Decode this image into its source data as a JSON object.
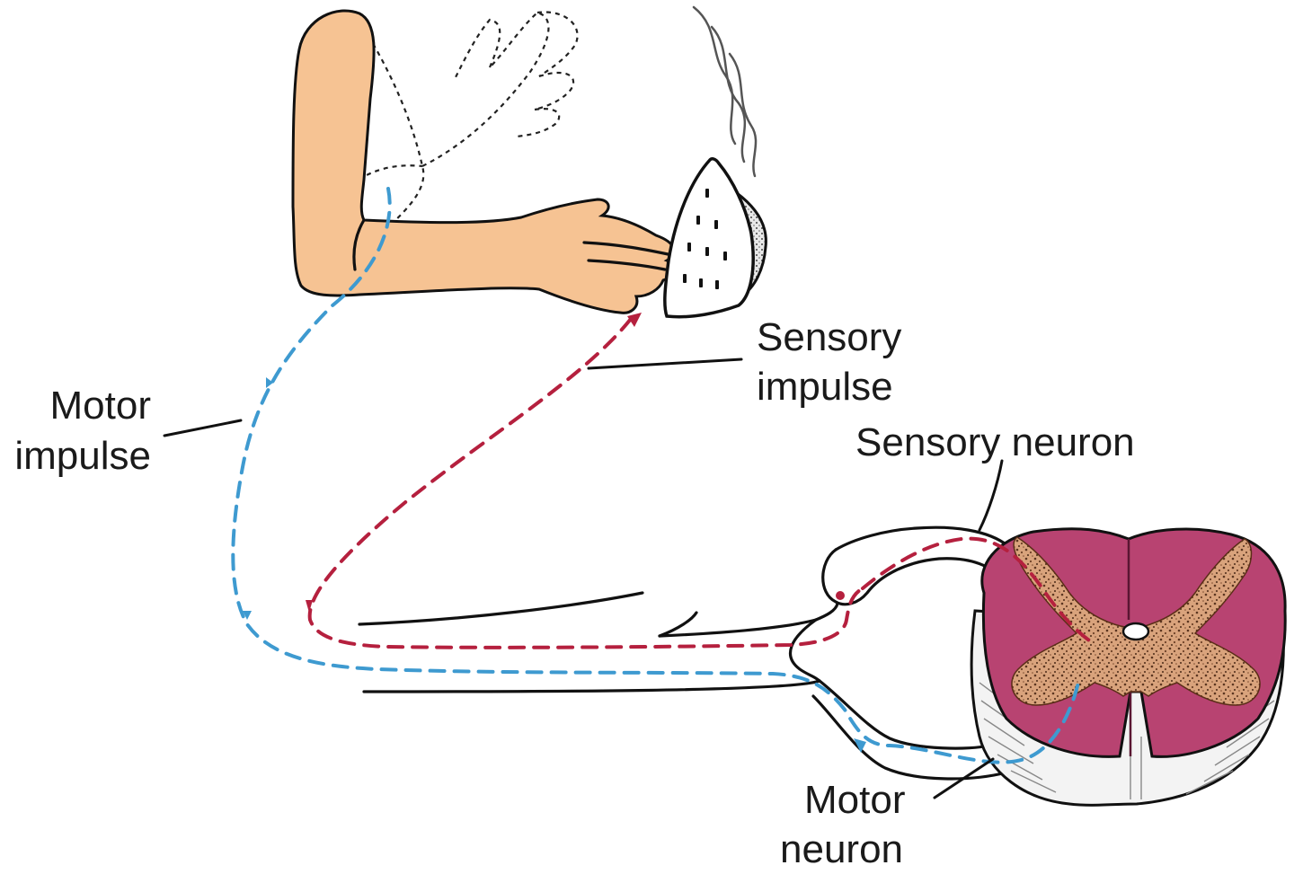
{
  "labels": {
    "motor_impulse": [
      "Motor",
      "impulse"
    ],
    "sensory_impulse": [
      "Sensory",
      "impulse"
    ],
    "sensory_neuron": "Sensory neuron",
    "motor_neuron": [
      "Motor",
      "neuron"
    ]
  },
  "colors": {
    "skin": "#F6C393",
    "sensory_path": "#B5203E",
    "motor_path": "#3E9AD0",
    "spinal_white_matter": "#B84371",
    "spinal_gray_matter": "#D9A37C",
    "background": "#FFFFFF"
  },
  "icons": {
    "arm": "arm-icon",
    "hand_withdrawn": "withdrawn-hand-icon",
    "iron": "hot-iron-icon",
    "steam": "steam-icon",
    "spinal_cord": "spinal-cord-cross-section"
  }
}
